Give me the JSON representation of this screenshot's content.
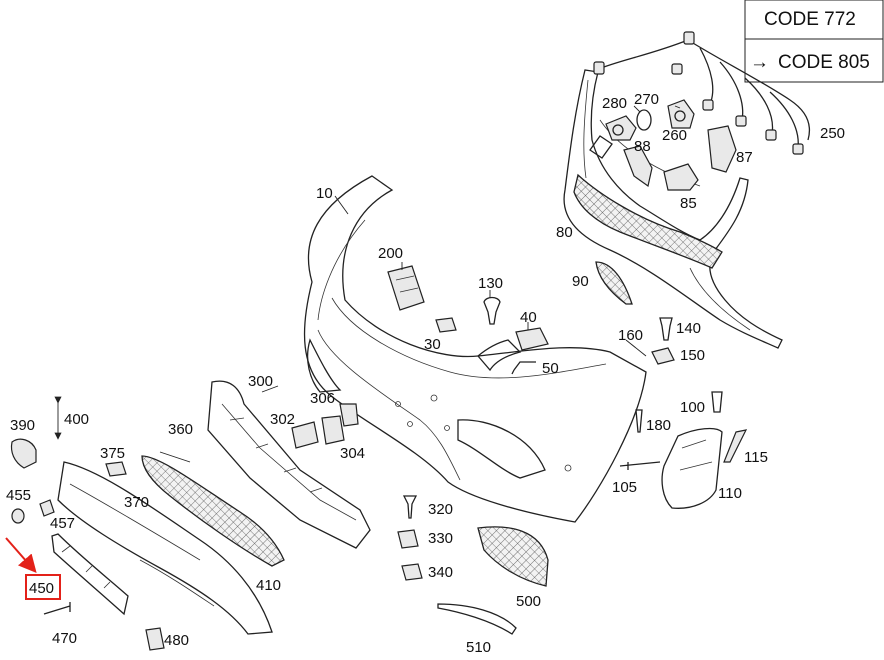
{
  "codes": {
    "row1": "CODE 772",
    "row2_arrow": "→",
    "row2": "CODE 805"
  },
  "highlight": {
    "part": "450",
    "color": "#e32119"
  },
  "callouts": {
    "p10": "10",
    "p30": "30",
    "p40": "40",
    "p50": "50",
    "p80": "80",
    "p85": "85",
    "p87": "87",
    "p88": "88",
    "p90": "90",
    "p100": "100",
    "p105": "105",
    "p110": "110",
    "p115": "115",
    "p130": "130",
    "p140": "140",
    "p150": "150",
    "p160": "160",
    "p180": "180",
    "p200": "200",
    "p250": "250",
    "p260": "260",
    "p270": "270",
    "p280": "280",
    "p300": "300",
    "p302": "302",
    "p304": "304",
    "p306": "306",
    "p320": "320",
    "p330": "330",
    "p340": "340",
    "p360": "360",
    "p370": "370",
    "p375": "375",
    "p390": "390",
    "p400": "400",
    "p410": "410",
    "p450": "450",
    "p455": "455",
    "p457": "457",
    "p470": "470",
    "p480": "480",
    "p500": "500",
    "p510": "510"
  }
}
